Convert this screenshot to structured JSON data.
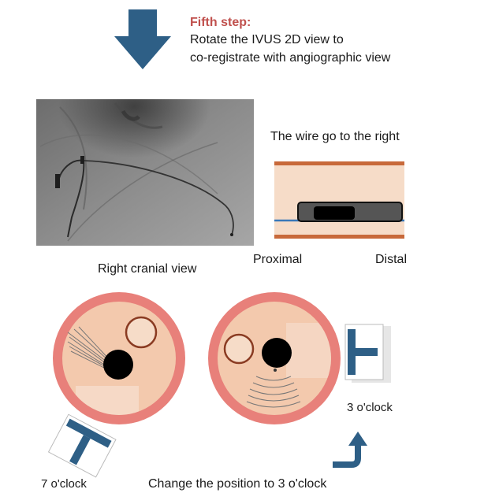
{
  "step": {
    "title": "Fifth step:",
    "line1": "Rotate the IVUS 2D view to",
    "line2": "co-registrate with angiographic view"
  },
  "angiogram": {
    "caption": "Right cranial view"
  },
  "wire_diagram": {
    "title": "The wire go to the right",
    "proximal_label": "Proximal",
    "distal_label": "Distal"
  },
  "ivus": {
    "left_position_label": "7 o'clock",
    "right_position_label": "3 o'clock"
  },
  "instruction": {
    "text": "Change the position to 3 o'clock"
  },
  "colors": {
    "title_red": "#c0504d",
    "arrow_blue": "#2e5f86",
    "vessel_wall": "#c8693a",
    "vessel_fill": "#f6dcc8",
    "ivus_ring": "#e8807a",
    "ivus_inner": "#f3c9ad",
    "catheter_black": "#000000",
    "wire_blue": "#3a78b8"
  }
}
